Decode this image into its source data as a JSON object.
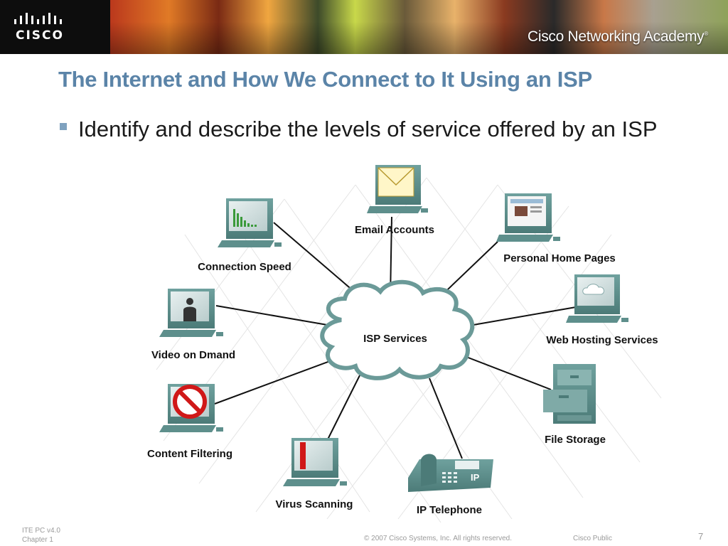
{
  "header": {
    "logo_text": "CISCO",
    "academy_text": "Cisco Networking Academy"
  },
  "slide": {
    "title": "The Internet and How We Connect to It Using an ISP",
    "bullet": "Identify and describe the levels of service offered by an ISP"
  },
  "diagram": {
    "center": "ISP Services",
    "nodes": {
      "email": "Email Accounts",
      "home_pages": "Personal Home Pages",
      "connection_speed": "Connection Speed",
      "web_hosting": "Web Hosting Services",
      "video": "Video on Dmand",
      "file_storage": "File Storage",
      "content_filtering": "Content Filtering",
      "virus_scanning": "Virus Scanning",
      "ip_telephone": "IP Telephone"
    },
    "phone_badge": "IP"
  },
  "footer": {
    "course": "ITE PC v4.0",
    "chapter": "Chapter 1",
    "copyright": "© 2007 Cisco Systems, Inc. All rights reserved.",
    "classification": "Cisco Public",
    "page": "7"
  },
  "colors": {
    "title": "#5b84a8",
    "bullet": "#7fa2bf",
    "computer": "#5e8f8c",
    "cloud_stroke": "#6b9a98"
  }
}
